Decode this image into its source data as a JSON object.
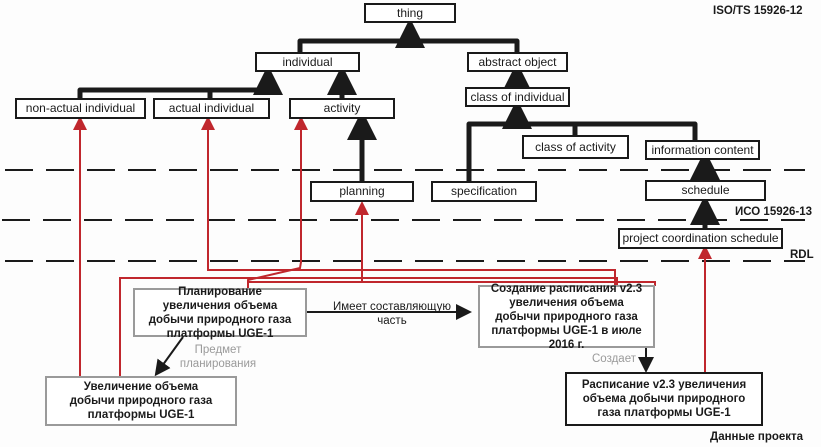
{
  "title": "ISO/TS 15926-12",
  "layers": {
    "iso13": "ИСО 15926-13",
    "rdl": "RDL",
    "project": "Данные проекта"
  },
  "colors": {
    "ink": "#1a1a1a",
    "instance_link": "#c0272d",
    "gray_border": "#9a9a9a",
    "gray_text": "#9a9a9a"
  },
  "classes": {
    "thing": "thing",
    "individual": "individual",
    "abstract_object": "abstract object",
    "non_actual_individual": "non-actual individual",
    "actual_individual": "actual individual",
    "activity": "activity",
    "class_of_individual": "class of individual",
    "class_of_activity": "class of activity",
    "information_content": "information content",
    "planning": "planning",
    "specification": "specification",
    "schedule": "schedule",
    "project_coordination_schedule": "project coordination schedule"
  },
  "project_data": {
    "planning_box": "Планирование увеличения объема добычи природного газа платформы UGE-1",
    "increase_box": "Увеличение объема добычи природного газа платформы UGE-1",
    "creation_box": "Создание расписания v2.3 увеличения объема добычи природного газа платформы UGE-1 в июле 2016 г.",
    "schedule_box": "Расписание v2.3 увеличения объема добычи природного газа платформы UGE-1"
  },
  "relations": {
    "has_part": "Имеет составляющую часть",
    "subject_of_planning": "Предмет планирования",
    "creates": "Создает"
  }
}
